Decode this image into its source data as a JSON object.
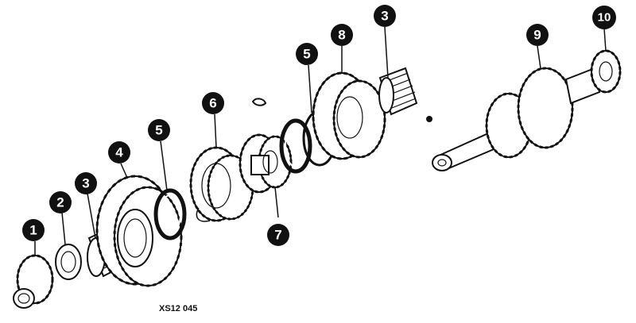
{
  "callouts": [
    {
      "id": "c1",
      "label": "1"
    },
    {
      "id": "c2",
      "label": "2"
    },
    {
      "id": "c3a",
      "label": "3"
    },
    {
      "id": "c4",
      "label": "4"
    },
    {
      "id": "c5a",
      "label": "5"
    },
    {
      "id": "c6",
      "label": "6"
    },
    {
      "id": "c7",
      "label": "7"
    },
    {
      "id": "c5b",
      "label": "5"
    },
    {
      "id": "c8",
      "label": "8"
    },
    {
      "id": "c3b",
      "label": "3"
    },
    {
      "id": "c9",
      "label": "9"
    },
    {
      "id": "c10",
      "label": "10"
    }
  ],
  "reference_code": "XS12 045"
}
